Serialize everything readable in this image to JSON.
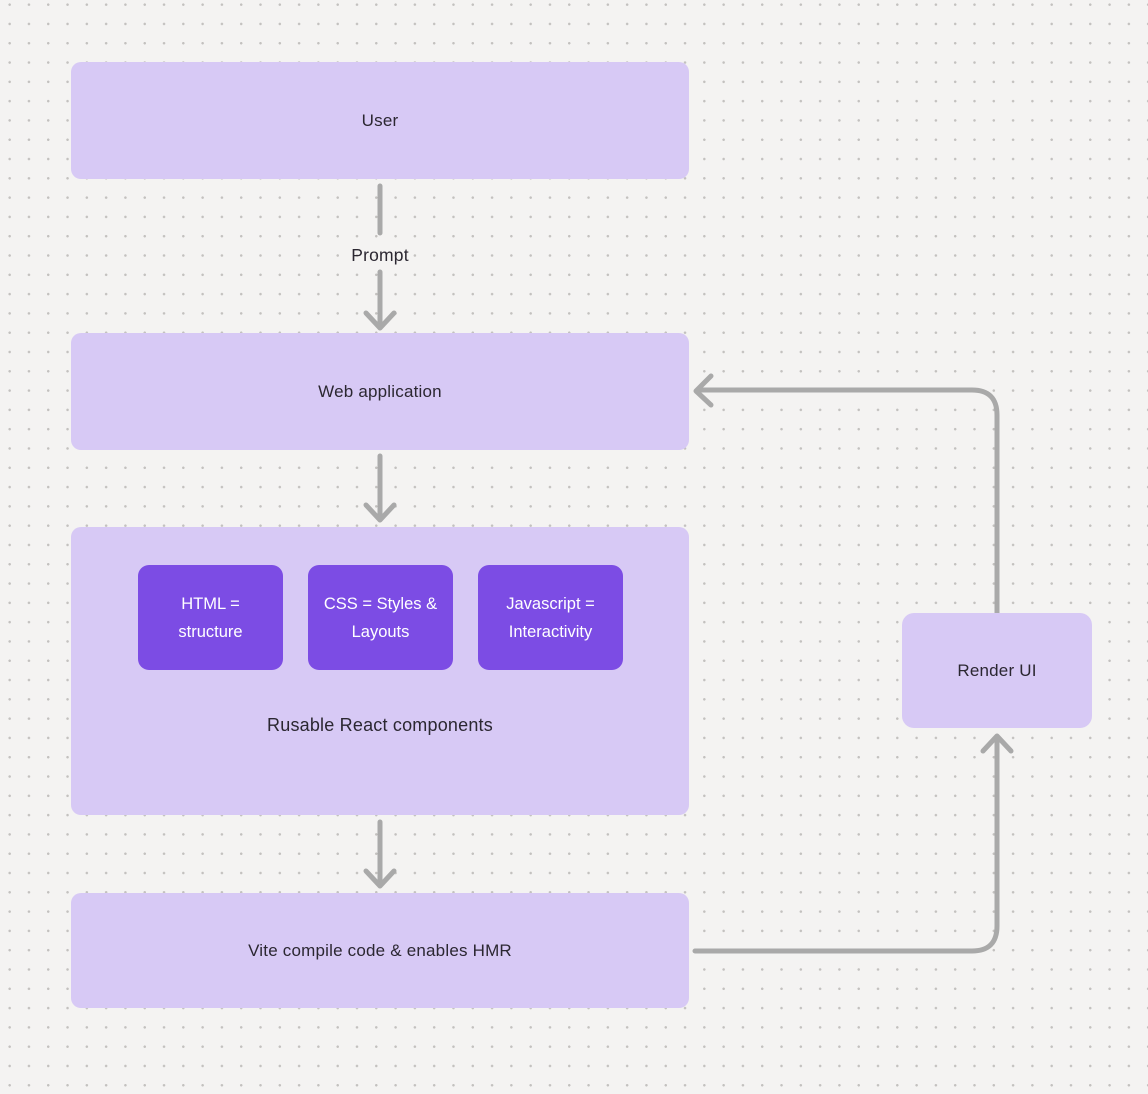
{
  "colors": {
    "background": "#f4f3f2",
    "grid_dot": "#c3c1bf",
    "node_fill_light": "#d7c9f5",
    "node_fill_accent": "#7c4ce4",
    "text_dark": "#2b2731",
    "text_light": "#ffffff",
    "arrow": "#a9a9a9"
  },
  "nodes": {
    "user": {
      "label": "User"
    },
    "web_application": {
      "label": "Web application"
    },
    "components_group": {
      "caption": "Rusable React components",
      "children": [
        {
          "label": "HTML = structure"
        },
        {
          "label": "CSS = Styles & Layouts"
        },
        {
          "label": "Javascript = Interactivity"
        }
      ]
    },
    "vite": {
      "label": "Vite compile code & enables HMR"
    },
    "render_ui": {
      "label": "Render UI"
    }
  },
  "edges": [
    {
      "from": "user",
      "to": "web_application",
      "label": "Prompt"
    },
    {
      "from": "web_application",
      "to": "components_group",
      "label": ""
    },
    {
      "from": "components_group",
      "to": "vite",
      "label": ""
    },
    {
      "from": "vite",
      "to": "render_ui",
      "label": ""
    },
    {
      "from": "render_ui",
      "to": "web_application",
      "label": ""
    }
  ]
}
